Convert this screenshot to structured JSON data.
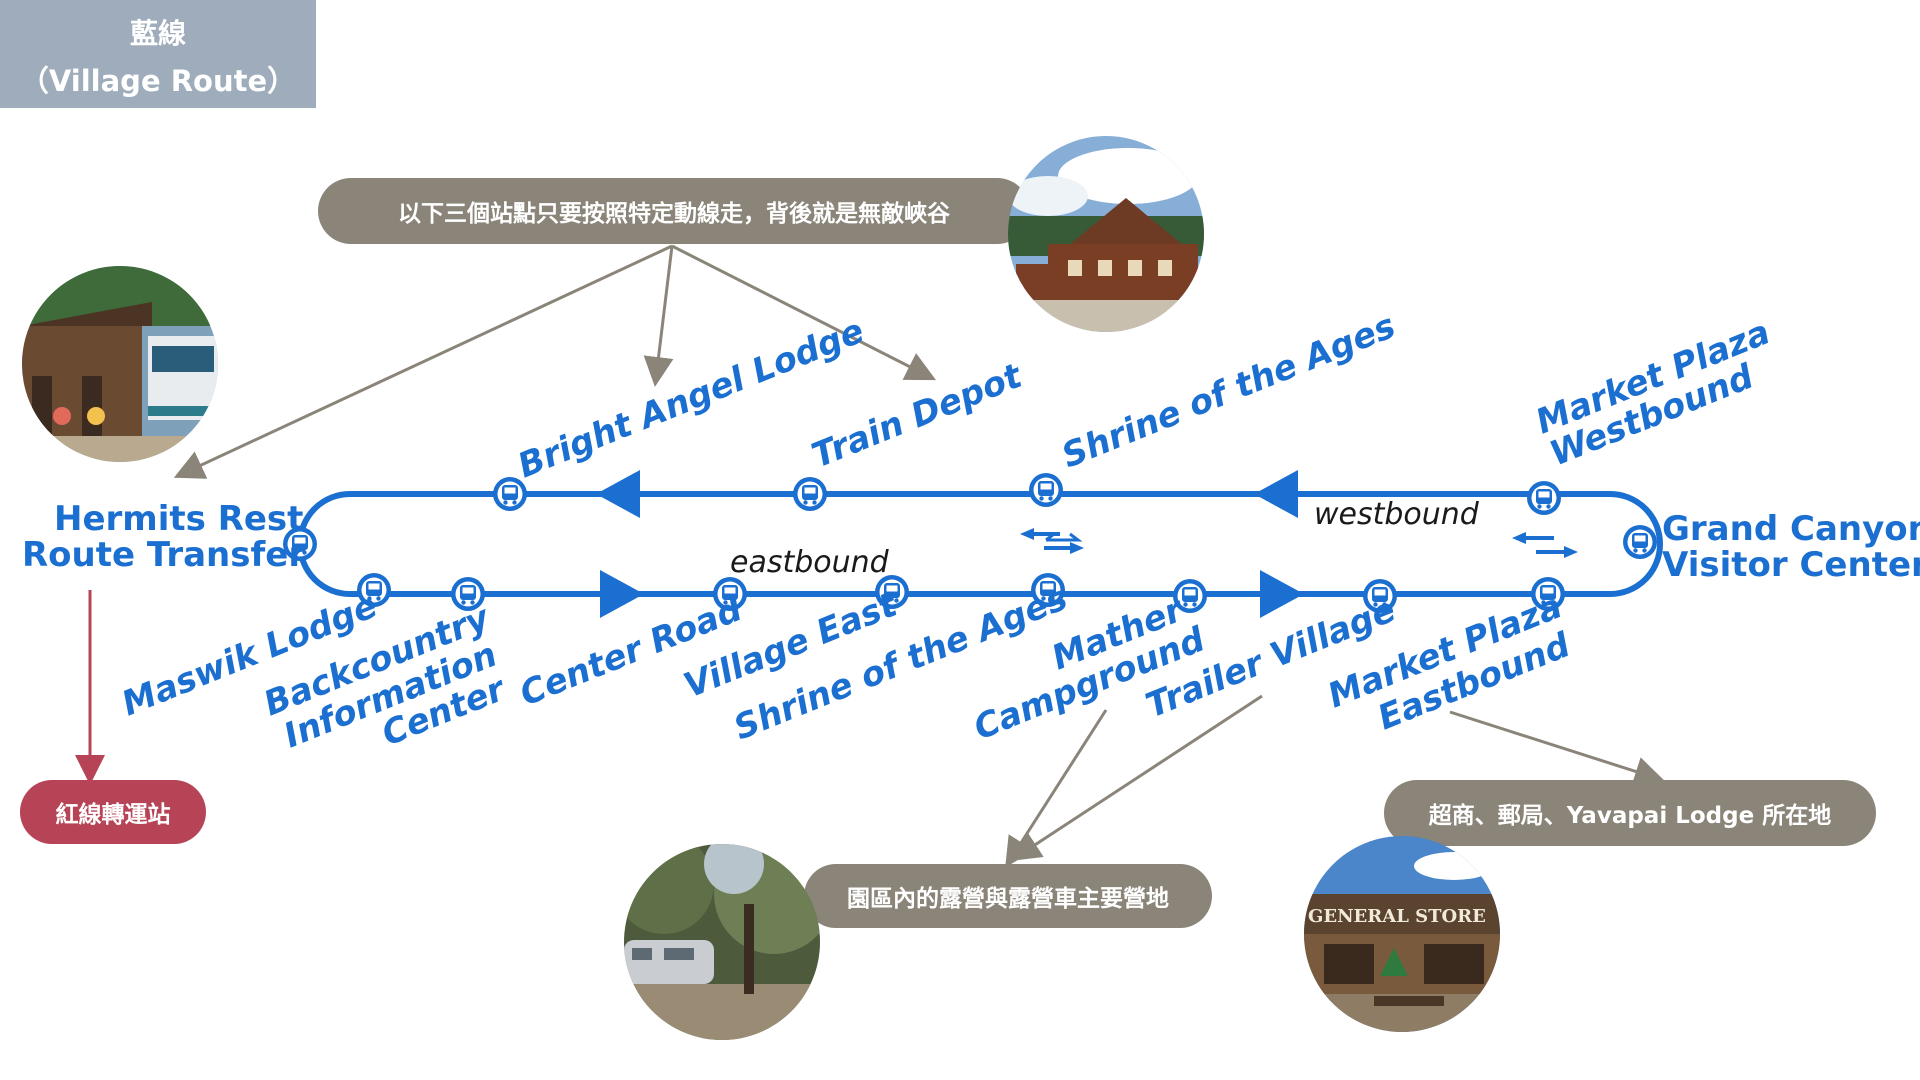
{
  "title": {
    "line1": "藍線",
    "line2": "（Village Route）"
  },
  "callouts": {
    "top": "以下三個站點只要按照特定動線走，背後就是無敵峽谷",
    "red_transfer": "紅線轉運站",
    "campground": "園區內的露營與露營車主要營地",
    "market": "超商、郵局、Yavapai Lodge 所在地"
  },
  "photo_texts": {
    "general_store_sign": "GENERAL STORE"
  },
  "directions": {
    "westbound": "westbound",
    "eastbound": "eastbound"
  },
  "stops": {
    "hermits_rest": [
      "Hermits Rest",
      "Route Transfer"
    ],
    "bright_angel": "Bright Angel Lodge",
    "train_depot": "Train Depot",
    "shrine_west": "Shrine of the Ages",
    "market_west": [
      "Market Plaza",
      "Westbound"
    ],
    "visitor_center": [
      "Grand Canyon",
      "Visitor Center"
    ],
    "maswik": "Maswik Lodge",
    "backcountry": [
      "Backcountry",
      "Information",
      "Center"
    ],
    "center_road": "Center Road",
    "village_east": "Village East",
    "shrine_east": "Shrine of the Ages",
    "mather": [
      "Mather",
      "Campground"
    ],
    "trailer_village": "Trailer Village",
    "market_east": [
      "Market Plaza",
      "Eastbound"
    ]
  },
  "colors": {
    "route": "#1a6fd0",
    "title_bg": "#9eacbb",
    "callout_gray": "#8a8479",
    "callout_red": "#b74456",
    "arrow_line": "#8a8479"
  }
}
